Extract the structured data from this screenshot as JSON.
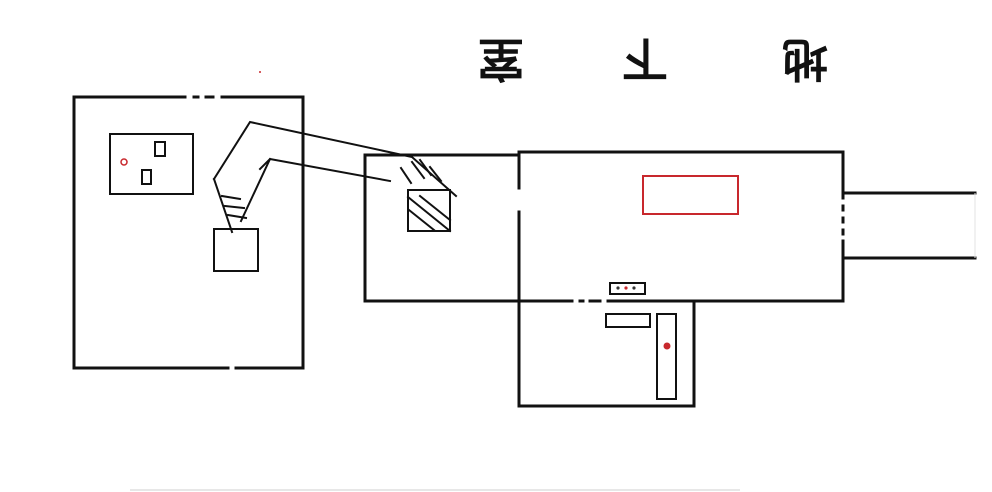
{
  "title": {
    "chars": [
      "地",
      "下",
      "室"
    ]
  },
  "colors": {
    "wall": "#111111",
    "accent": "#c8282d"
  }
}
